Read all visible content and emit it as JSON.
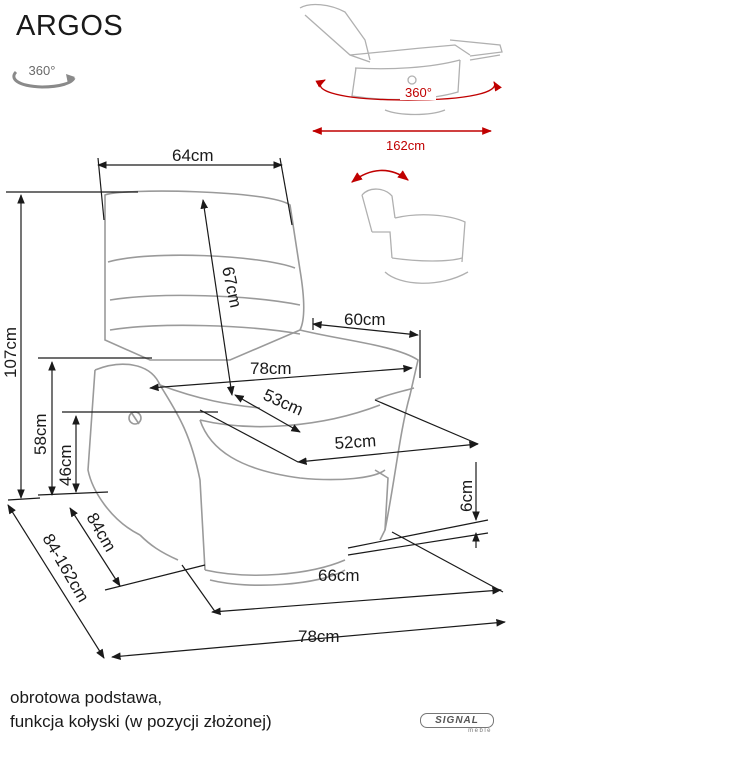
{
  "product": {
    "name": "ARGOS",
    "rotation_icon_label": "360°"
  },
  "dimensions": {
    "top_width": "64cm",
    "total_height": "107cm",
    "back_height": "67cm",
    "armrest_depth": "60cm",
    "armrest_span": "78cm",
    "seat_depth": "53cm",
    "seat_width": "52cm",
    "armrest_height": "58cm",
    "seat_height": "46cm",
    "base_clearance": "6cm",
    "side_depth": "84cm",
    "side_depth_reclined": "84-162cm",
    "base_width": "66cm",
    "total_width": "78cm"
  },
  "reclined_view": {
    "rotation_label": "360°",
    "reclined_length": "162cm"
  },
  "caption": {
    "line1": "obrotowa podstawa,",
    "line2": "funkcja kołyski (w pozycji złożonej)"
  },
  "logo": {
    "brand": "SIGNAL",
    "sub": "meble"
  },
  "colors": {
    "line": "#1a1a1a",
    "accent_red": "#c00000",
    "sketch": "#9a9a9a"
  }
}
